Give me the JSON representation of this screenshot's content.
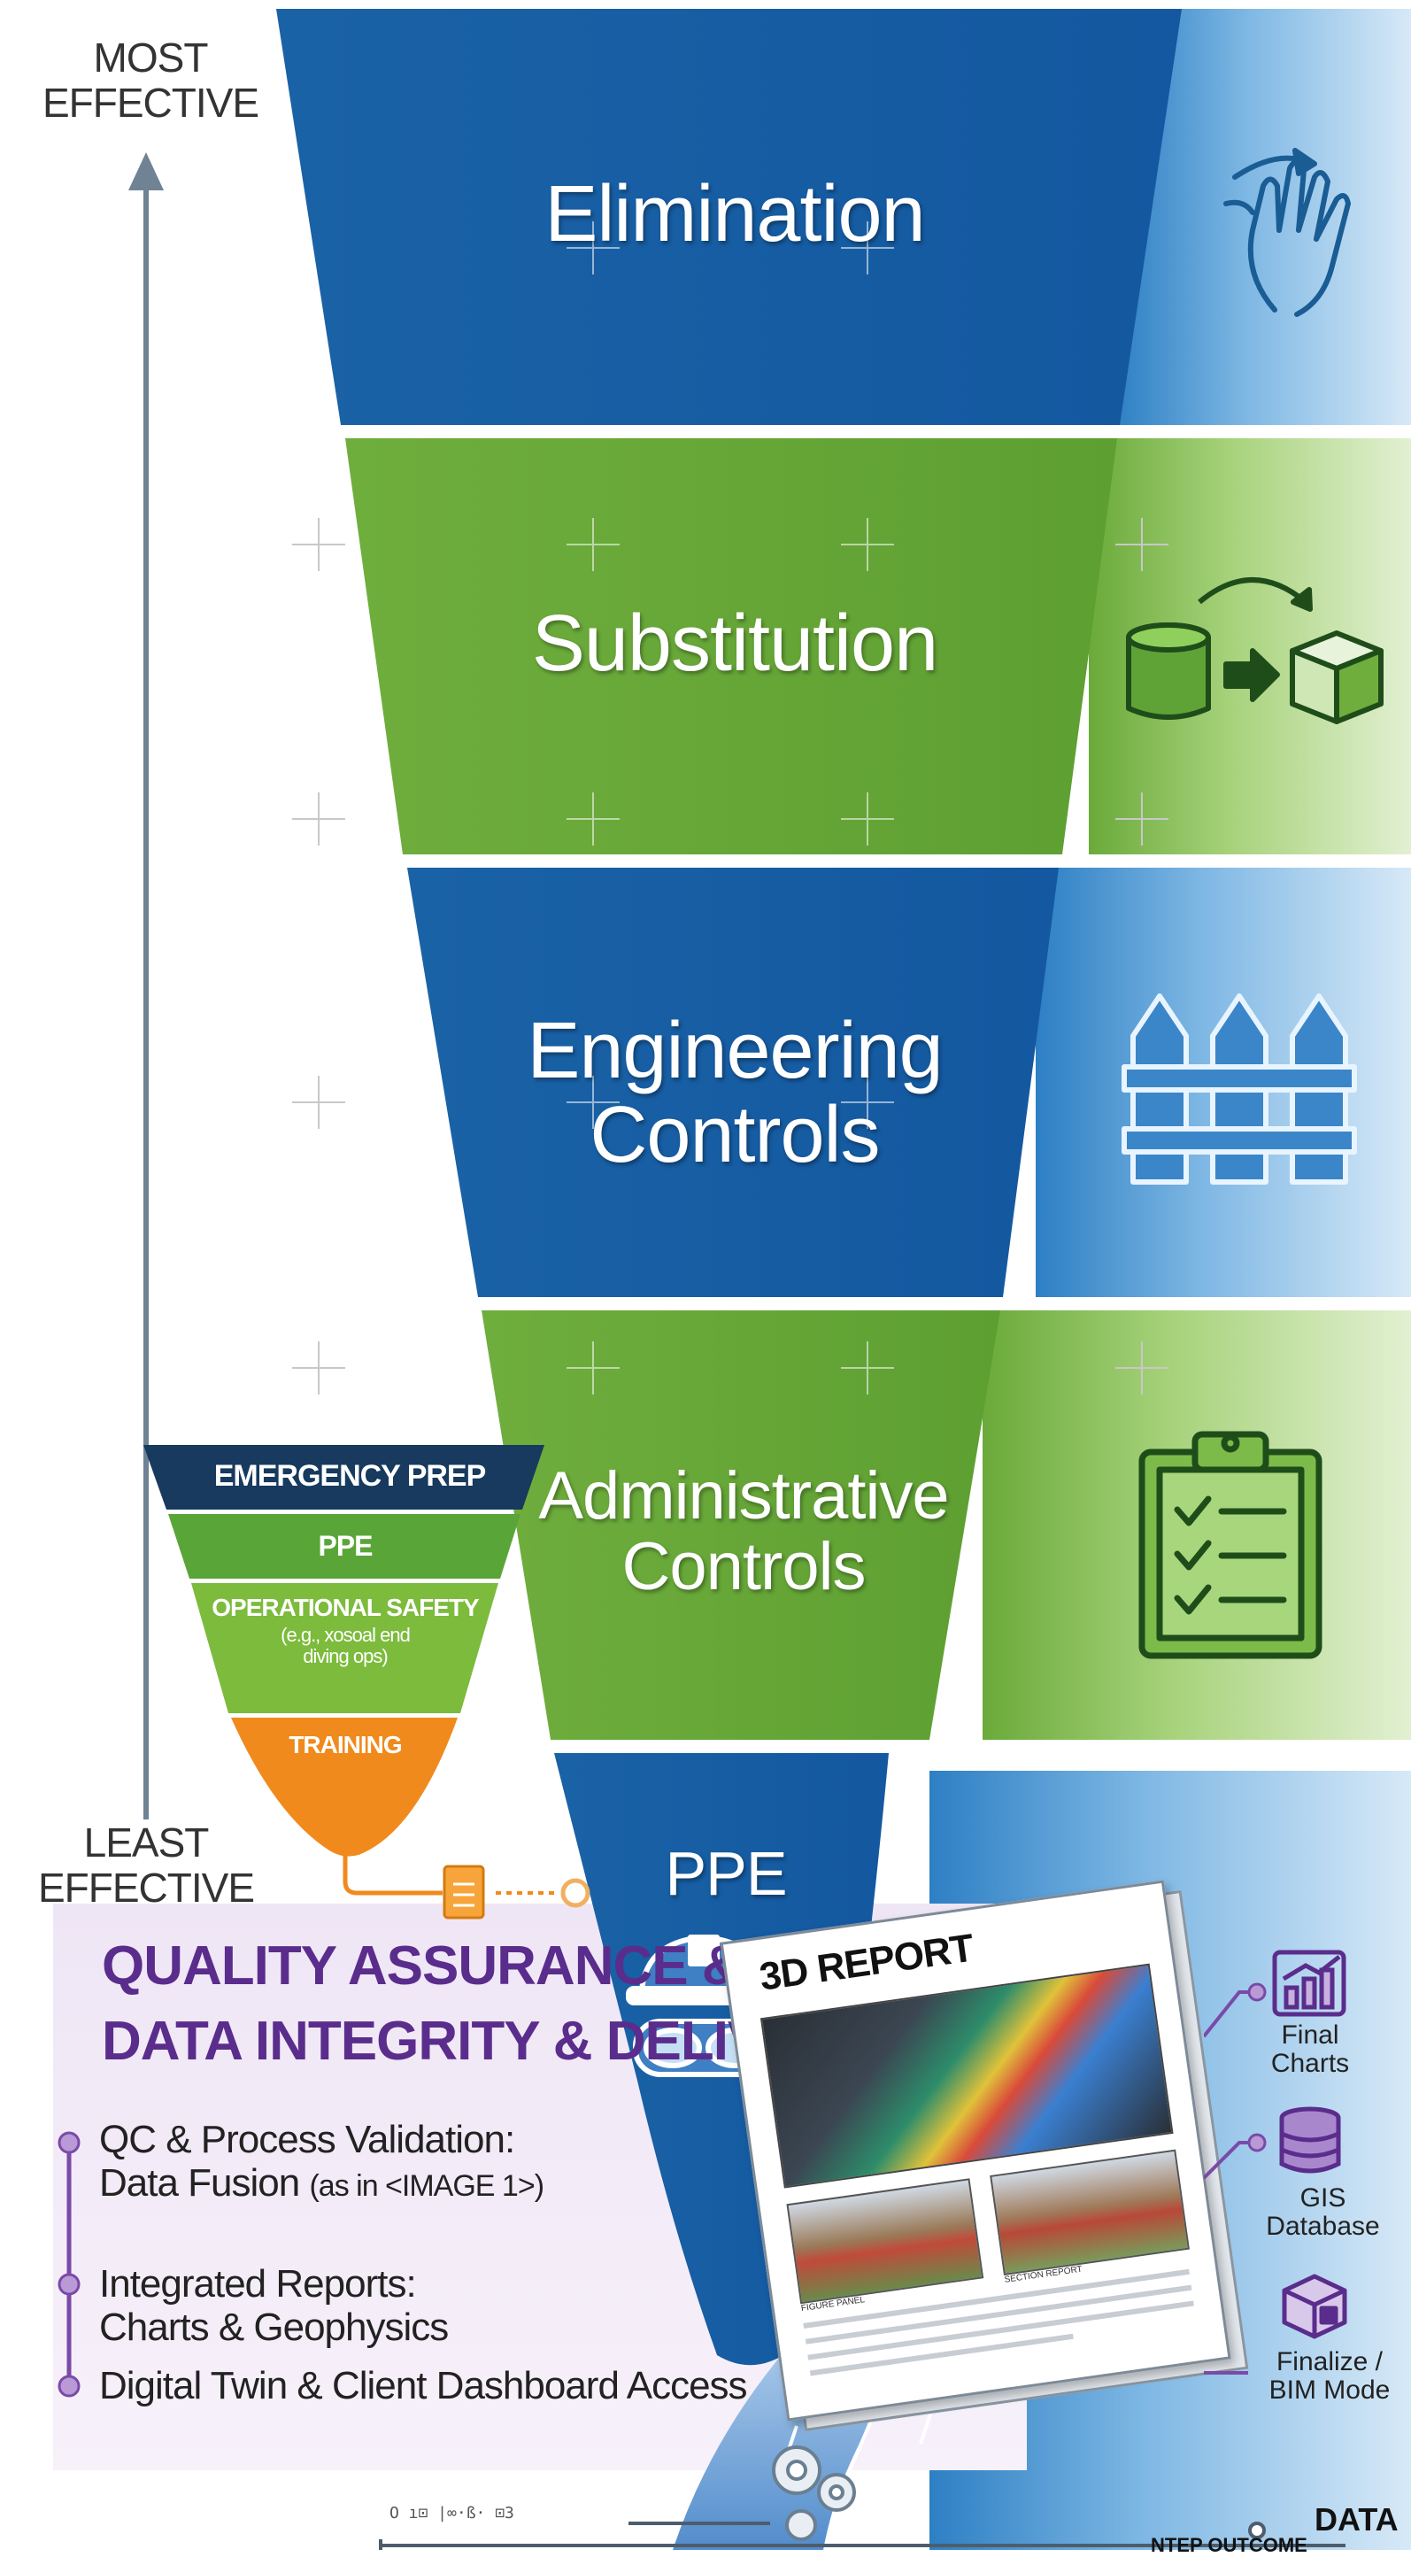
{
  "effectiveness": {
    "top": "MOST\nEFFECTIVE",
    "bottom": "LEAST\nEFFECTIVE"
  },
  "tiers": [
    {
      "label": "Elimination",
      "icon": "hand-wave-icon",
      "color": "#1565a8"
    },
    {
      "label": "Substitution",
      "icon": "swap-cylinder-cube-icon",
      "color": "#6aaa3a"
    },
    {
      "label": "Engineering\nControls",
      "icon": "fence-icon",
      "color": "#1565a8"
    },
    {
      "label": "Administrative\nControls",
      "icon": "clipboard-checklist-icon",
      "color": "#6aaa3a"
    },
    {
      "label": "PPE",
      "icon": "hardhat-goggles-icon",
      "color": "#1565a8"
    }
  ],
  "mini_pyramid": {
    "levels": [
      {
        "label": "EMERGENCY PREP",
        "color": "#173a5e"
      },
      {
        "label": "PPE",
        "color": "#5aa538"
      },
      {
        "label": "OPERATIONAL SAFETY",
        "sub": "(e.g., xosoal end\ndiving ops)",
        "color": "#7cbb3c"
      },
      {
        "label": "TRAINING",
        "color": "#f08a1c"
      }
    ]
  },
  "qa": {
    "title_1": "QUALITY ASSURANCE & REP",
    "title_2": "DATA INTEGRITY & DELIVERA",
    "items": [
      {
        "main": "QC & Process Validation:\nData Fusion ",
        "note": "(as in <IMAGE 1>)"
      },
      {
        "main": "Integrated Reports:\nCharts & Geophysics",
        "note": ""
      },
      {
        "main": "Digital Twin & Client Dashboard Access",
        "note": ""
      }
    ]
  },
  "report": {
    "title": "3D REPORT",
    "caption_left": "FIGURE PANEL",
    "caption_right": "SECTION REPORT"
  },
  "deliverables": [
    {
      "label": "Final\nCharts",
      "icon": "bar-chart-icon"
    },
    {
      "label": "GIS\nDatabase",
      "icon": "database-icon"
    },
    {
      "label": "Finalize /\nBIM Mode",
      "icon": "bim-cube-icon"
    }
  ],
  "footer": {
    "pipeline_text": "O ı⊡ |∞·ß· ⊡3",
    "data_label": "DATA",
    "sub_label": "NTEP OUTCOME"
  }
}
